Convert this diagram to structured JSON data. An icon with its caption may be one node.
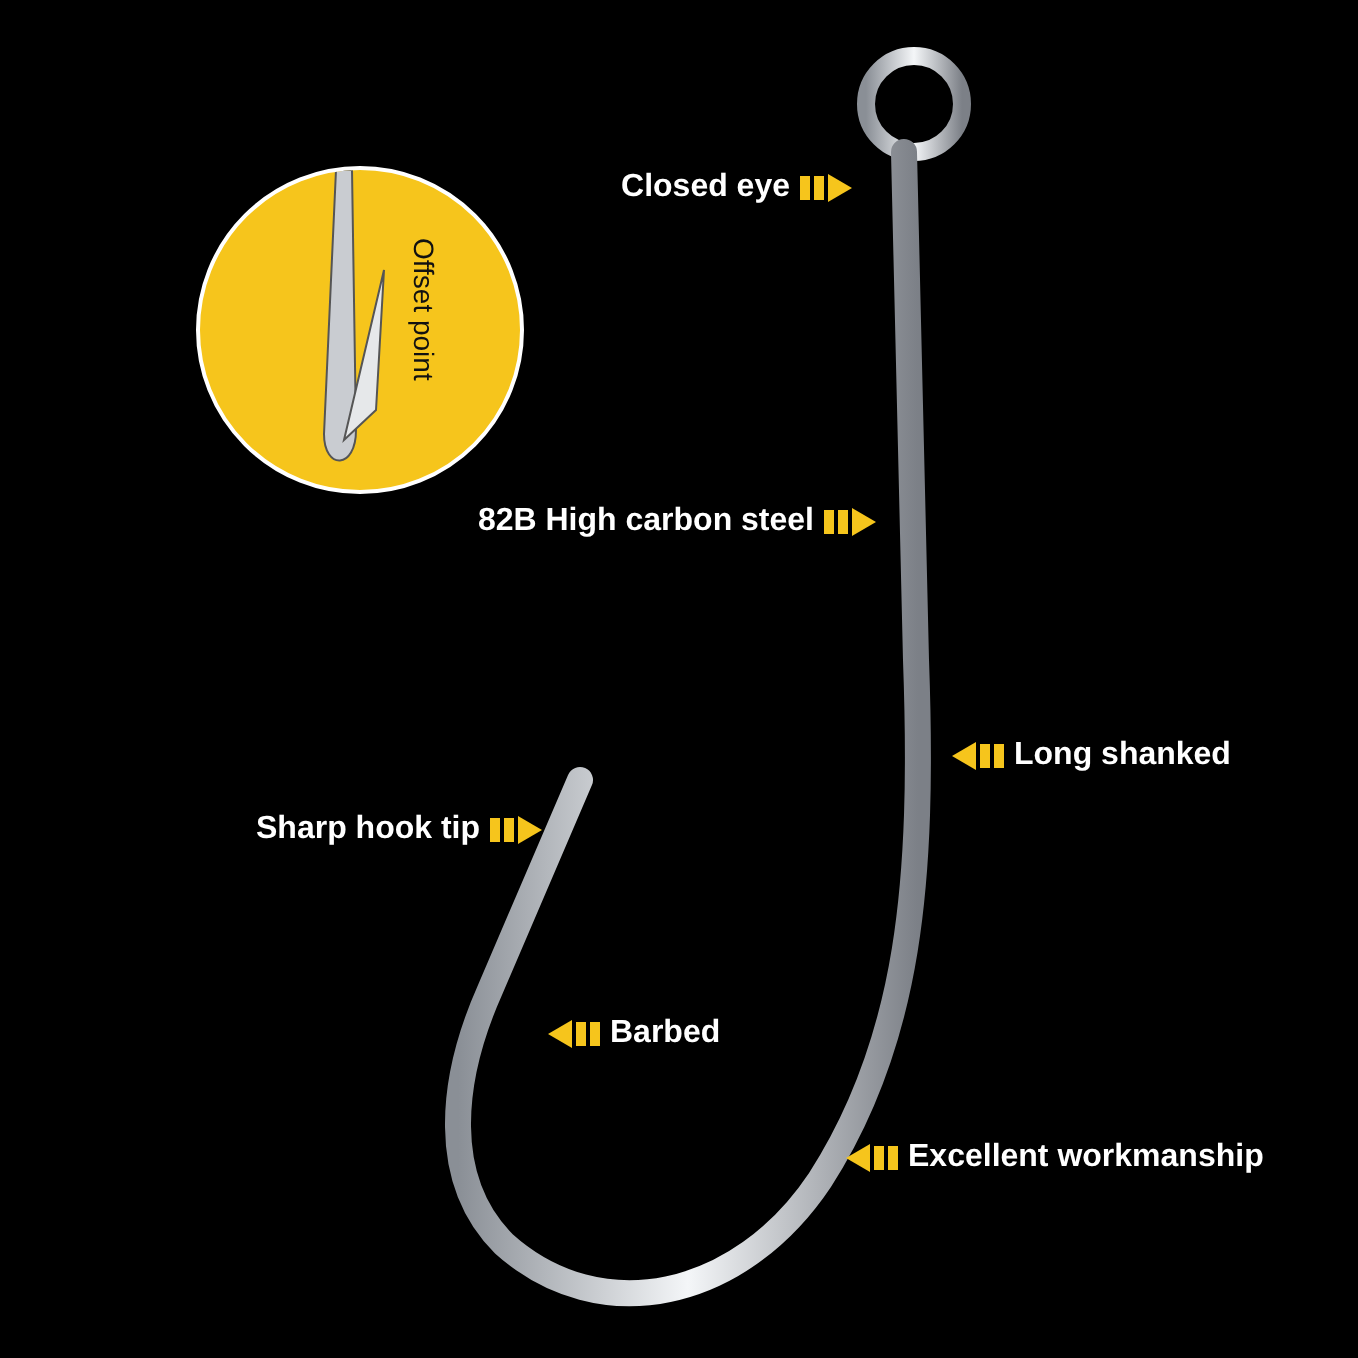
{
  "diagram": {
    "nodes": [
      {
        "text": [
          "Offset point"
        ]
      }
    ],
    "labels": [
      "Closed eye",
      "82B High carbon steel",
      "Long shanked",
      "Sharp hook tip",
      "Barbed",
      "Excellent workmanship"
    ]
  }
}
